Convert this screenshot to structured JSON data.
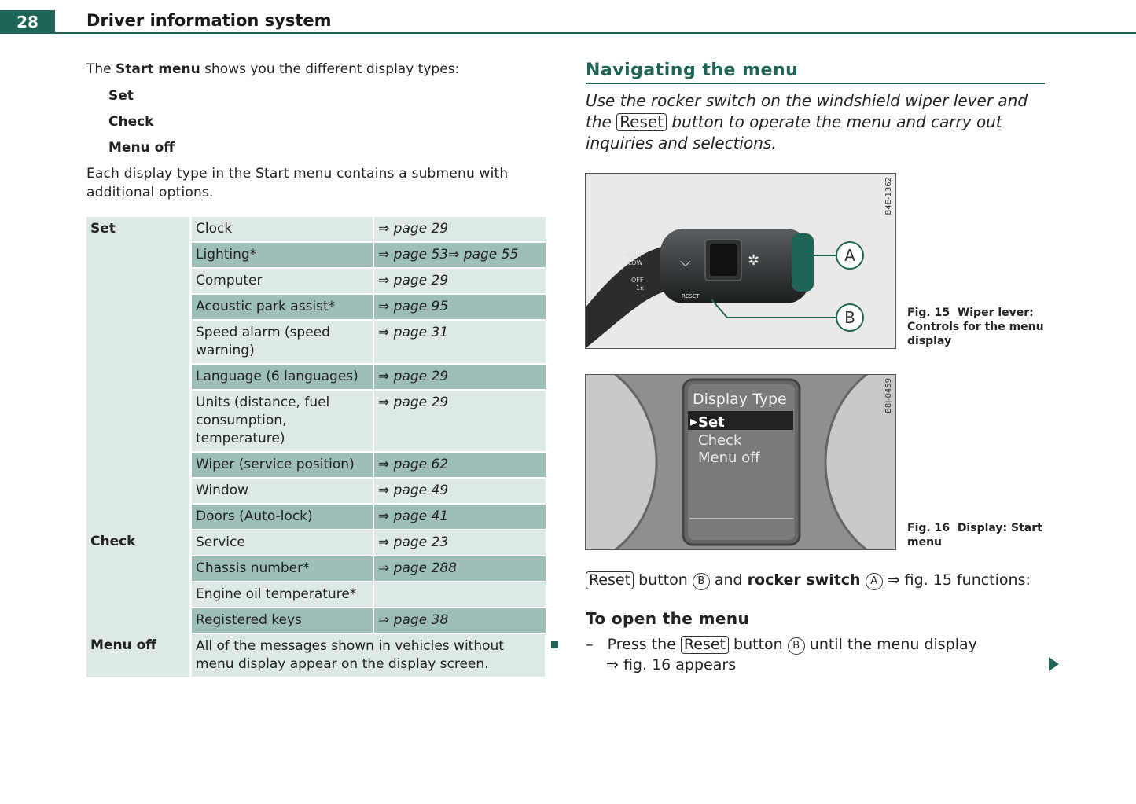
{
  "header": {
    "page_number": "28",
    "chapter": "Driver information system"
  },
  "left": {
    "intro_pre": "The ",
    "intro_bold": "Start menu",
    "intro_post": " shows you the different display types:",
    "options": [
      "Set",
      "Check",
      "Menu off"
    ],
    "para": "Each display type in the Start menu contains a submenu with additional options."
  },
  "table": {
    "arrow": "⇒",
    "groups": {
      "set": "Set",
      "check": "Check",
      "menu_off": "Menu off"
    },
    "rows": [
      {
        "item": "Clock",
        "ref": "page 29"
      },
      {
        "item": "Lighting*",
        "ref": "page 53⇒ page 55"
      },
      {
        "item": "Computer",
        "ref": "page 29"
      },
      {
        "item": "Acoustic park assist*",
        "ref": "page 95"
      },
      {
        "item": "Speed alarm (speed warning)",
        "ref": "page 31"
      },
      {
        "item": "Language (6 languages)",
        "ref": "page 29"
      },
      {
        "item": "Units (distance, fuel consumption, temperature)",
        "ref": "page 29"
      },
      {
        "item": "Wiper (service position)",
        "ref": "page 62"
      },
      {
        "item": "Window",
        "ref": "page 49"
      },
      {
        "item": "Doors (Auto-lock)",
        "ref": "page 41"
      },
      {
        "item": "Service",
        "ref": "page 23"
      },
      {
        "item": "Chassis number*",
        "ref": "page 288"
      },
      {
        "item": "Engine oil temperature*",
        "ref": ""
      },
      {
        "item": "Registered keys",
        "ref": "page 38"
      }
    ],
    "menu_off_text": "All of the messages shown in vehicles without menu display appear on the display screen."
  },
  "right": {
    "title": "Navigating the menu",
    "intro_1": "Use the rocker switch on the windshield wiper lever and the ",
    "reset_key": "Reset",
    "intro_2": " button to operate the menu and carry out inquiries and selections.",
    "fig15": {
      "code": "B4E-1362",
      "caption_num": "Fig. 15",
      "caption": "Wiper lever: Controls for the menu display",
      "lever_labels": [
        "HIGH",
        "LOW",
        "OFF",
        "1x"
      ],
      "reset_label": "RESET",
      "callout_a": "A",
      "callout_b": "B"
    },
    "fig16": {
      "code": "B8J-0459",
      "caption_num": "Fig. 16",
      "caption": "Display: Start menu",
      "screen_title": "Display Type",
      "screen_items": [
        "Set",
        "Check",
        "Menu off"
      ]
    },
    "funcs_button": " button ",
    "funcs_and": " and ",
    "funcs_bold": "rocker switch",
    "funcs_end": " ⇒ fig. 15 functions:",
    "open_title": "To open the menu",
    "step_dash": "–",
    "step_1": " Press the ",
    "step_2": " button ",
    "step_3": " until the menu display",
    "step_4": "⇒ fig. 16 appears"
  }
}
